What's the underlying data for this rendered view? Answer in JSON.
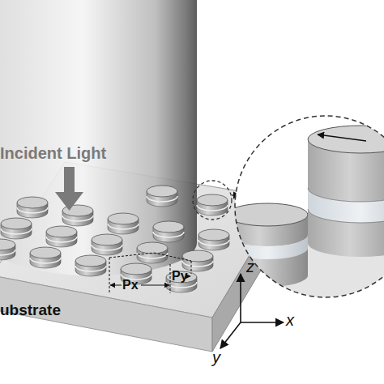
{
  "diagram": {
    "nodes": [
      {
        "text": [
          "Incident Light"
        ]
      },
      {
        "text": [
          "ubstrate"
        ]
      }
    ],
    "labels": [
      "Px",
      "Py",
      "z",
      "x",
      "y"
    ]
  }
}
